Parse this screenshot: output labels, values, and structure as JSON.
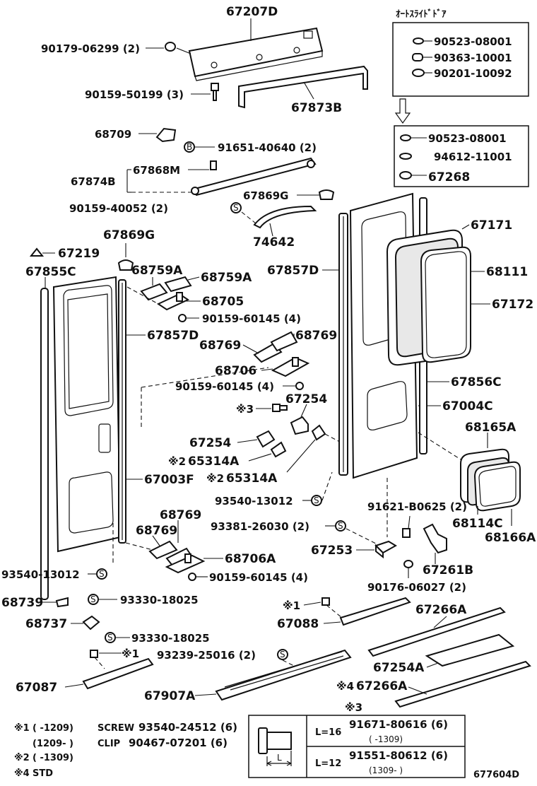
{
  "labels": {
    "p67207D": "67207D",
    "p90179": "90179-06299 (2)",
    "p90159_50199": "90159-50199 (3)",
    "p67873B": "67873B",
    "p68709": "68709",
    "p91651": "91651-40640 (2)",
    "p67868M": "67868M",
    "p67874B": "67874B",
    "p67869G_top": "67869G",
    "p90159_40052": "90159-40052 (2)",
    "p74642": "74642",
    "p67869G_left": "67869G",
    "p67219": "67219",
    "p67855C": "67855C",
    "p68759A_1": "68759A",
    "p68759A_2": "68759A",
    "p68705": "68705",
    "p90159_60145_a": "90159-60145 (4)",
    "p67857D_left": "67857D",
    "p68769_a": "68769",
    "p68769_b": "68769",
    "p68706": "68706",
    "p90159_60145_b": "90159-60145 (4)",
    "p67254_a": "67254",
    "p67254_b": "67254",
    "p65314A_a": "65314A",
    "p65314A_b": "65314A",
    "p67003F": "67003F",
    "p68769_c": "68769",
    "p68769_d": "68769",
    "p68706A": "68706A",
    "p90159_60145_c": "90159-60145 (4)",
    "p93540_13012_a": "93540-13012",
    "p93540_13012_b": "93540-13012",
    "p93381": "93381-26030 (2)",
    "p68739": "68739",
    "p93330_a": "93330-18025",
    "p68737": "68737",
    "p93330_b": "93330-18025",
    "p93239": "93239-25016 (2)",
    "p67087": "67087",
    "p67907A": "67907A",
    "p67857D_right": "67857D",
    "p67171": "67171",
    "p68111": "68111",
    "p67172": "67172",
    "p67856C": "67856C",
    "p67004C": "67004C",
    "p68165A": "68165A",
    "p68114C": "68114C",
    "p68166A": "68166A",
    "p91621": "91621-B0625 (2)",
    "p67253": "67253",
    "p67261B": "67261B",
    "p90176": "90176-06027 (2)",
    "p67088": "67088",
    "p67266A": "67266A",
    "p67254A": "67254A",
    "p67266A_2": "67266A",
    "mark1": "※1",
    "mark3": "※3",
    "mark2a": "※2",
    "mark2b": "※2",
    "mark4": "※4",
    "markS": "S",
    "markB": "B"
  },
  "auto_door_box": {
    "title": "ｵｰﾄｽﾗｲﾄﾞﾄﾞｱ",
    "top_items": [
      "90523-08001",
      "90363-10001",
      "90201-10092"
    ],
    "bottom_items": [
      "90523-08001",
      "94612-11001",
      "67268"
    ]
  },
  "notes": {
    "n1a_mark": "※1",
    "n1a_range": "(       -1209)",
    "n1a_type": "SCREW",
    "n1a_part": "93540-24512 (6)",
    "n1b_range": "(1209-       )",
    "n1b_type": "CLIP",
    "n1b_part": "90467-07201 (6)",
    "n2_mark": "※2",
    "n2_range": "(       -1309)",
    "n4_mark": "※4",
    "n4_text": "STD"
  },
  "screw_table": {
    "mark": "※3",
    "dim_label": "L",
    "rows": [
      {
        "length": "L=16",
        "part": "91671-80616 (6)",
        "range": "(       -1309)"
      },
      {
        "length": "L=12",
        "part": "91551-80612 (6)",
        "range": "(1309-       )"
      }
    ]
  },
  "diagram_id": "677604D"
}
